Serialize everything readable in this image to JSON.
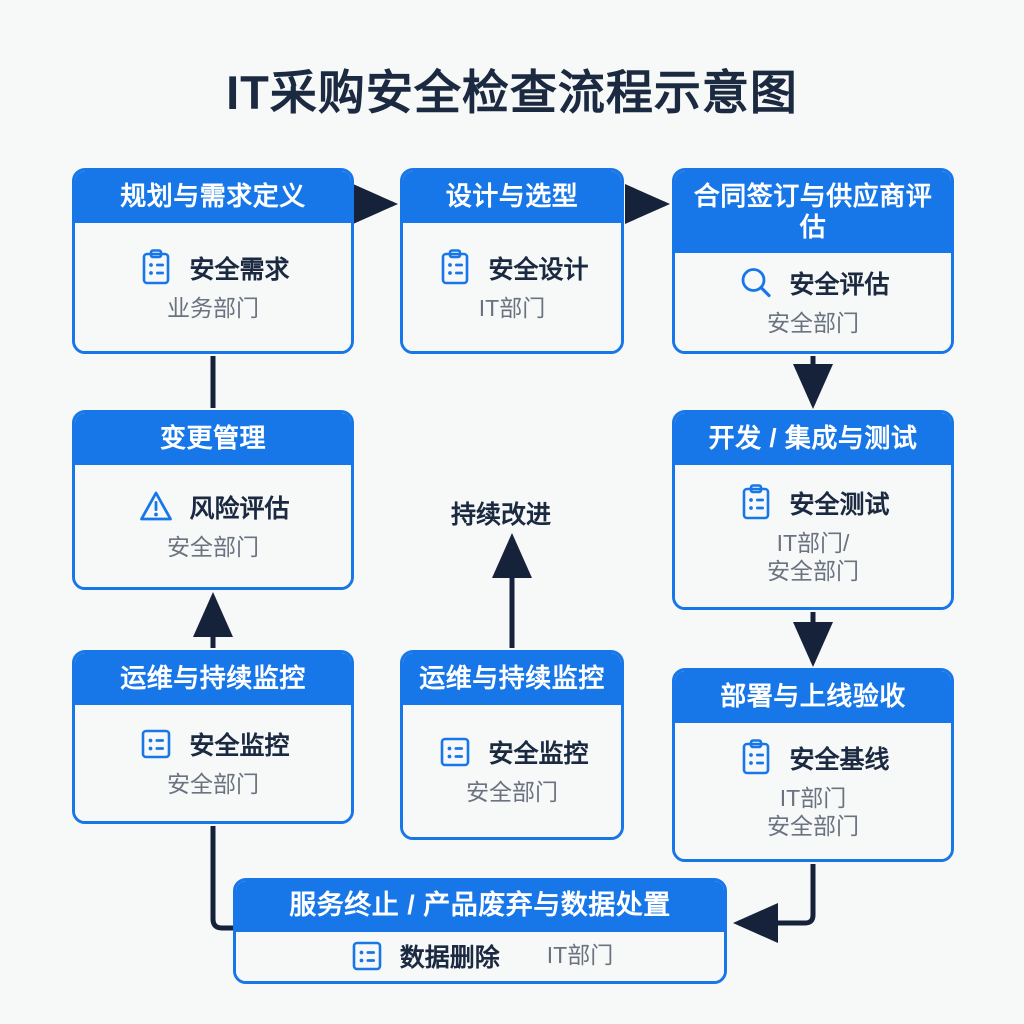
{
  "title": "IT采购安全检查流程示意图",
  "theme": {
    "accent": "#1877E8",
    "header_text": "#FFFFFF",
    "body_bg": "#F7F8F8",
    "page_bg": "#F7F8F8",
    "text_dark": "#1B2A41",
    "text_muted": "#6B7280",
    "connector": "#16213A"
  },
  "nodes": [
    {
      "id": "plan",
      "header": "规划与需求定义",
      "check": "安全需求",
      "owner": "业务部门",
      "icon": "clipboard-icon"
    },
    {
      "id": "design",
      "header": "设计与选型",
      "check": "安全设计",
      "owner": "IT部门",
      "icon": "clipboard-icon"
    },
    {
      "id": "contract",
      "header": "合同签订与供应商评估",
      "check": "安全评估",
      "owner": "安全部门",
      "icon": "magnifier-icon"
    },
    {
      "id": "change",
      "header": "变更管理",
      "check": "风险评估",
      "owner": "安全部门",
      "icon": "warning-icon"
    },
    {
      "id": "dev",
      "header": "开发 / 集成与测试",
      "check": "安全测试",
      "owner": "IT部门/\n安全部门",
      "icon": "clipboard-icon"
    },
    {
      "id": "ops_left",
      "header": "运维与持续监控",
      "check": "安全监控",
      "owner": "安全部门",
      "icon": "list-icon"
    },
    {
      "id": "ops_mid",
      "header": "运维与持续监控",
      "check": "安全监控",
      "owner": "安全部门",
      "icon": "list-icon"
    },
    {
      "id": "deploy",
      "header": "部署与上线验收",
      "check": "安全基线",
      "owner": "IT部门\n安全部门",
      "icon": "clipboard-icon"
    },
    {
      "id": "eol",
      "header": "服务终止 / 产品废弃与数据处置",
      "check": "数据删除",
      "owner": "IT部门",
      "icon": "list-icon"
    }
  ],
  "labels": {
    "continuous_improvement": "持续改进"
  }
}
